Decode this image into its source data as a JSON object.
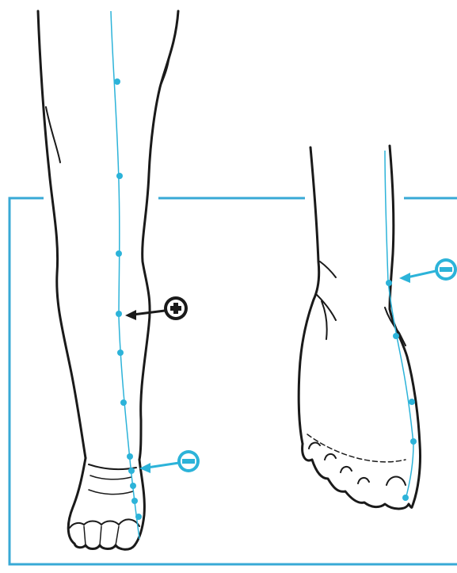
{
  "colors": {
    "meridian": "#2cb3d9",
    "outline": "#1a1a1a",
    "frame": "#38a9d6",
    "background": "#ffffff"
  },
  "diagram": {
    "views": [
      {
        "name": "leg-front-view",
        "markers": [
          "plus",
          "minus"
        ]
      },
      {
        "name": "foot-top-view",
        "markers": [
          "minus"
        ]
      }
    ],
    "acupoints_leg": 11,
    "acupoints_foot": 5,
    "marker_symbols": {
      "plus": "plus-icon",
      "minus": "minus-icon"
    }
  }
}
